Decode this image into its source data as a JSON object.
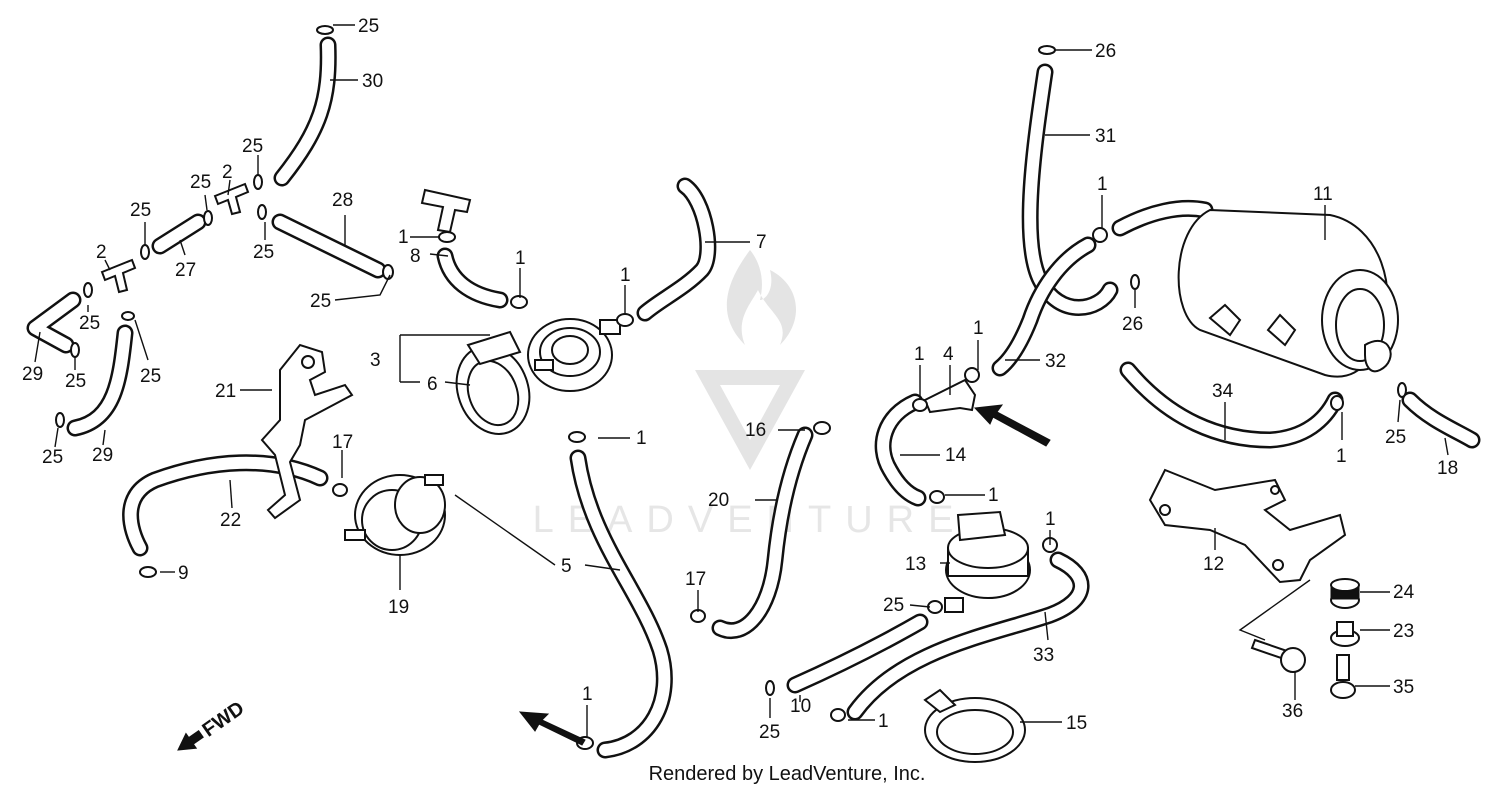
{
  "footer": {
    "credit": "Rendered by LeadVenture, Inc."
  },
  "watermark": {
    "text": "LEADVENTURE"
  },
  "direction": {
    "text": "FWD"
  },
  "callouts": [
    {
      "text": "25"
    },
    {
      "text": "30"
    },
    {
      "text": "25"
    },
    {
      "text": "2"
    },
    {
      "text": "25"
    },
    {
      "text": "25"
    },
    {
      "text": "28"
    },
    {
      "text": "25"
    },
    {
      "text": "2"
    },
    {
      "text": "27"
    },
    {
      "text": "25"
    },
    {
      "text": "25"
    },
    {
      "text": "29"
    },
    {
      "text": "25"
    },
    {
      "text": "25"
    },
    {
      "text": "25"
    },
    {
      "text": "29"
    },
    {
      "text": "1"
    },
    {
      "text": "8"
    },
    {
      "text": "1"
    },
    {
      "text": "1"
    },
    {
      "text": "7"
    },
    {
      "text": "3"
    },
    {
      "text": "6"
    },
    {
      "text": "21"
    },
    {
      "text": "17"
    },
    {
      "text": "22"
    },
    {
      "text": "9"
    },
    {
      "text": "19"
    },
    {
      "text": "5"
    },
    {
      "text": "1"
    },
    {
      "text": "16"
    },
    {
      "text": "20"
    },
    {
      "text": "17"
    },
    {
      "text": "1"
    },
    {
      "text": "26"
    },
    {
      "text": "31"
    },
    {
      "text": "1"
    },
    {
      "text": "11"
    },
    {
      "text": "26"
    },
    {
      "text": "1"
    },
    {
      "text": "4"
    },
    {
      "text": "1"
    },
    {
      "text": "32"
    },
    {
      "text": "34"
    },
    {
      "text": "14"
    },
    {
      "text": "1"
    },
    {
      "text": "1"
    },
    {
      "text": "13"
    },
    {
      "text": "25"
    },
    {
      "text": "33"
    },
    {
      "text": "10"
    },
    {
      "text": "25"
    },
    {
      "text": "1"
    },
    {
      "text": "15"
    },
    {
      "text": "25"
    },
    {
      "text": "1"
    },
    {
      "text": "18"
    },
    {
      "text": "12"
    },
    {
      "text": "24"
    },
    {
      "text": "23"
    },
    {
      "text": "36"
    },
    {
      "text": "35"
    }
  ]
}
